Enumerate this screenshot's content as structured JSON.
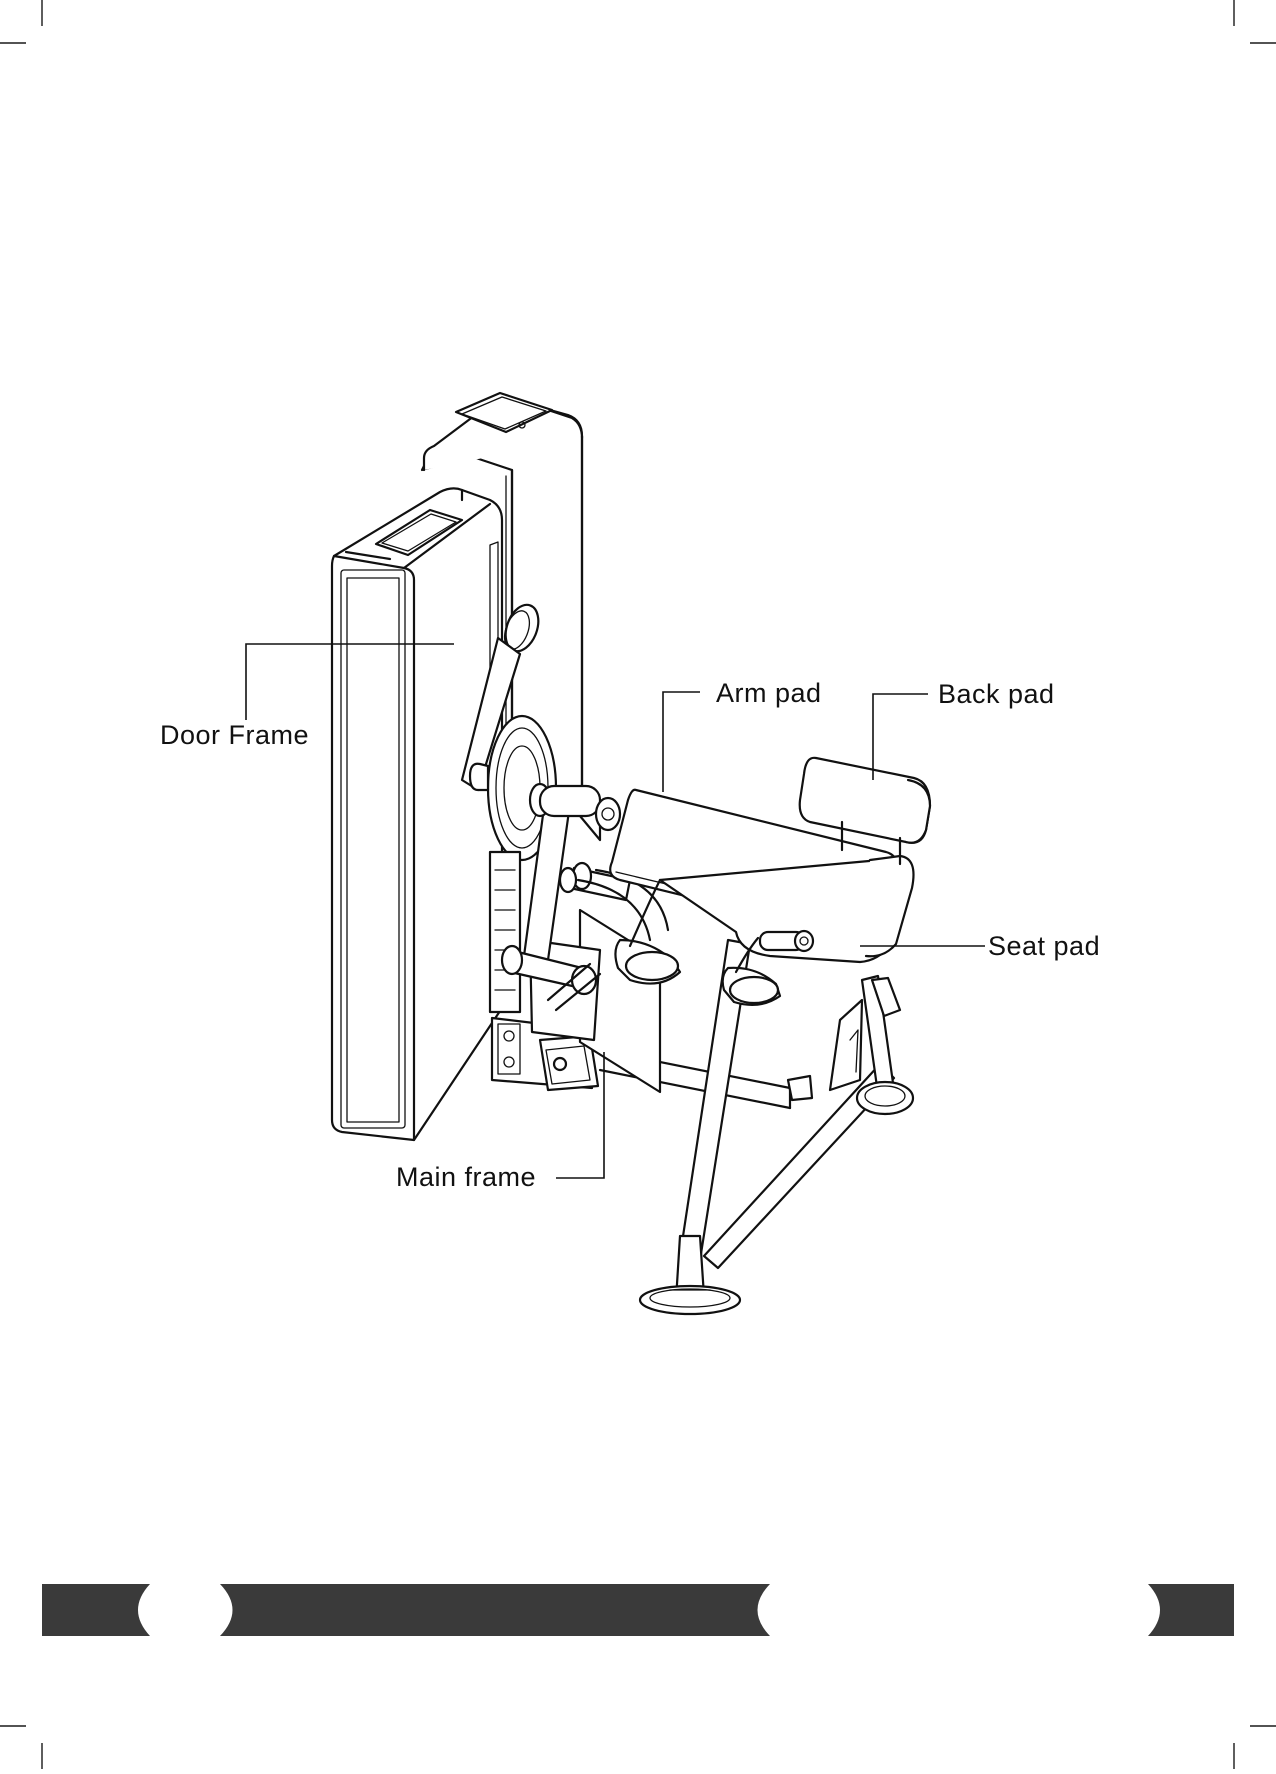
{
  "labels": {
    "door_frame": "Door Frame",
    "arm_pad": "Arm pad",
    "back_pad": "Back pad",
    "seat_pad": "Seat pad",
    "main_frame": "Main frame"
  },
  "colors": {
    "line": "#111111",
    "footer_band": "#3a3a3a",
    "background": "#ffffff"
  }
}
